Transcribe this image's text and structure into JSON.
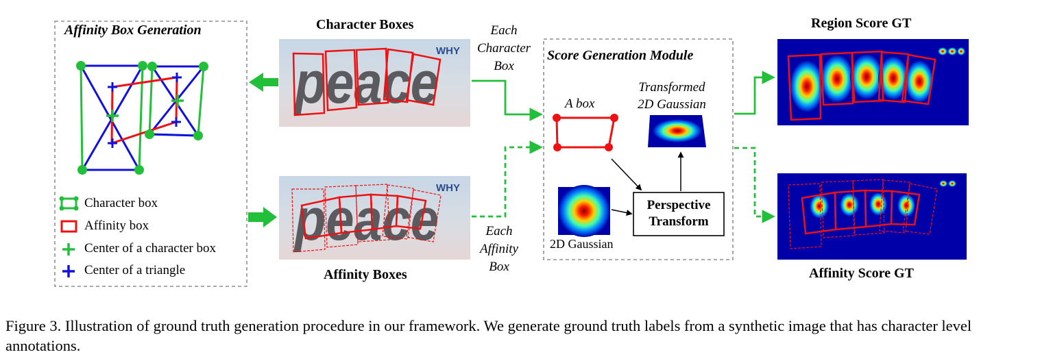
{
  "panel_left": {
    "title": "Affinity Box Generation",
    "legend": [
      {
        "icon": "green-box-icon",
        "label": "Character box"
      },
      {
        "icon": "red-box-icon",
        "label": "Affinity box"
      },
      {
        "icon": "green-plus-icon",
        "label": "Center of a character box"
      },
      {
        "icon": "blue-plus-icon",
        "label": "Center of a triangle"
      }
    ]
  },
  "images": {
    "character_title": "Character Boxes",
    "affinity_title": "Affinity Boxes",
    "word": "peace",
    "logo": "WHY"
  },
  "arrows": {
    "each_character_box": [
      "Each",
      "Character",
      "Box"
    ],
    "each_affinity_box": [
      "Each",
      "Affinity",
      "Box"
    ]
  },
  "module": {
    "title": "Score Generation Module",
    "a_box": "A box",
    "transformed": [
      "Transformed",
      "2D Gaussian"
    ],
    "perspective": [
      "Perspective",
      "Transform"
    ],
    "gaussian": "2D Gaussian"
  },
  "outputs": {
    "region": "Region Score GT",
    "affinity": "Affinity Score GT"
  },
  "colors": {
    "green": "#22c03a",
    "red": "#ee1111",
    "blue": "#1111dd"
  },
  "caption": "Figure 3. Illustration of ground truth generation procedure in our framework. We generate ground truth labels from a synthetic image that has character level annotations."
}
